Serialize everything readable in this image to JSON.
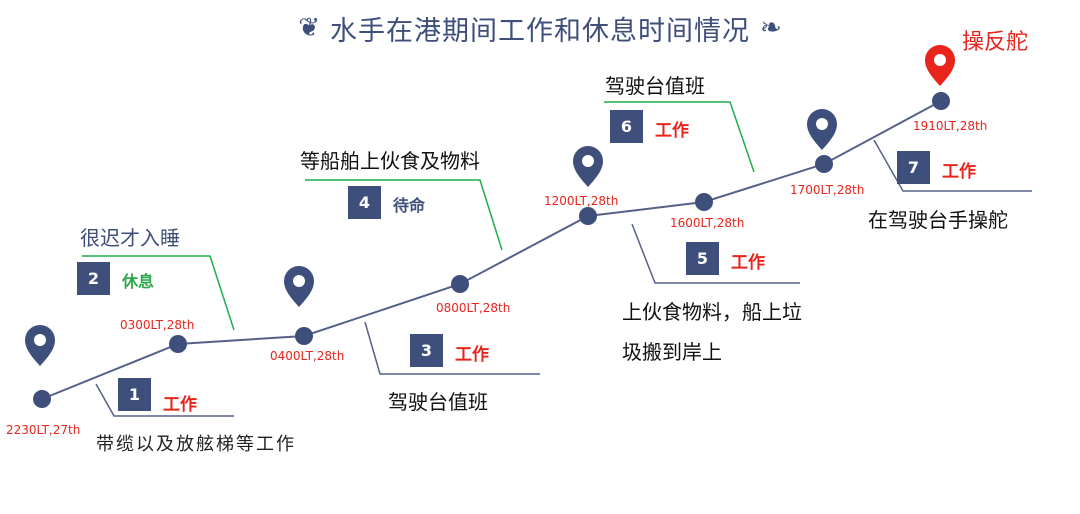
{
  "title": "水手在港期间工作和休息时间情况",
  "highlight": "操反舵",
  "timeline": [
    {
      "time": "2230LT,27th"
    },
    {
      "time": "0300LT,28th"
    },
    {
      "time": "0400LT,28th"
    },
    {
      "time": "0800LT,28th"
    },
    {
      "time": "1200LT,28th"
    },
    {
      "time": "1600LT,28th"
    },
    {
      "time": "1700LT,28th"
    },
    {
      "time": "1910LT,28th"
    }
  ],
  "events": [
    {
      "num": "1",
      "status": "工作",
      "note": "带缆以及放舷梯等工作"
    },
    {
      "num": "2",
      "status": "休息",
      "note": "很迟才入睡"
    },
    {
      "num": "3",
      "status": "工作",
      "note": "驾驶台值班"
    },
    {
      "num": "4",
      "status": "待命",
      "note": "等船舶上伙食及物料"
    },
    {
      "num": "5",
      "status": "工作",
      "note_line1": "上伙食物料，船上垃",
      "note_line2": "圾搬到岸上"
    },
    {
      "num": "6",
      "status": "工作",
      "note": "驾驶台值班"
    },
    {
      "num": "7",
      "status": "工作",
      "note": "在驾驶台手操舵"
    }
  ],
  "colors": {
    "navy": "#3f4f7c",
    "line": "#56618a",
    "red": "#e8241c",
    "green": "#2ca84a",
    "callout_green": "#1fae4a"
  },
  "icons": [
    "map-pin-icon",
    "map-pin-icon",
    "map-pin-icon",
    "map-pin-icon",
    "map-pin-icon",
    "map-pin-highlight-icon"
  ]
}
